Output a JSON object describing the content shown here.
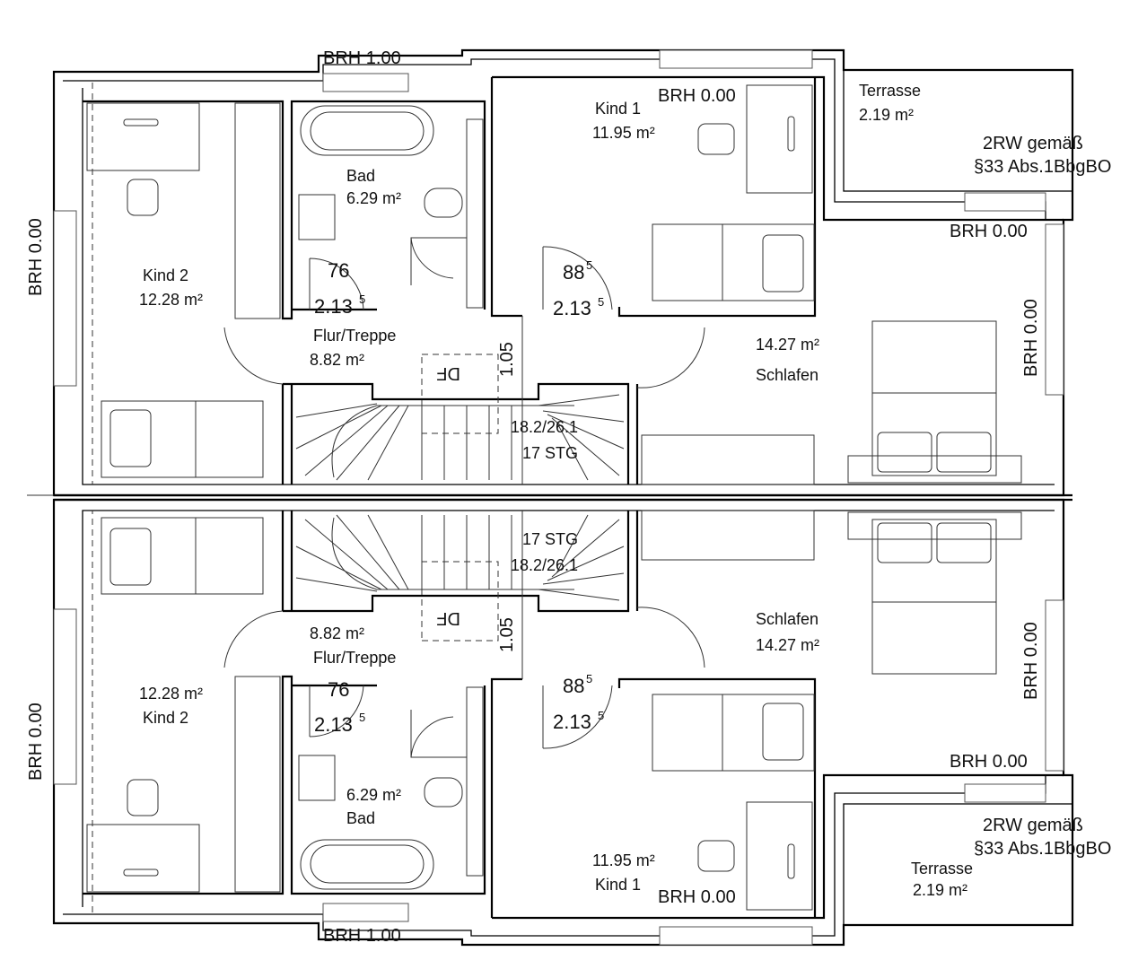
{
  "units": [
    {
      "rooms": {
        "kind2": {
          "name": "Kind 2",
          "area": "12.28 m²"
        },
        "bad": {
          "name": "Bad",
          "area": "6.29 m²"
        },
        "kind1": {
          "name": "Kind 1",
          "area": "11.95 m²"
        },
        "flur": {
          "name": "Flur/Treppe",
          "area": "8.82 m²"
        },
        "schlafen": {
          "name": "Schlafen",
          "area": "14.27 m²"
        },
        "terrasse": {
          "name": "Terrasse",
          "area": "2.19 m²"
        }
      },
      "annotations": {
        "brh_top": "BRH 1.00",
        "brh_kind1": "BRH 0.00",
        "brh_left": "BRH 0.00",
        "brh_right": "BRH 0.00",
        "brh_terrace": "BRH 0.00",
        "rw_line1": "2RW gemäß",
        "rw_line2": "§33 Abs.1BbgBO",
        "door_bad_width": "76",
        "door_bad_height": "2.13",
        "door_bad_height_sup": "5",
        "door_kind1_width": "88",
        "door_kind1_width_sup": "5",
        "door_kind1_height": "2.13",
        "door_kind1_height_sup": "5",
        "hall_dim": "1.05",
        "df": "DF",
        "stair_ratio": "18.2/26.1",
        "stair_steps": "17 STG"
      }
    },
    {
      "rooms": {
        "kind2": {
          "name": "Kind 2",
          "area": "12.28 m²"
        },
        "bad": {
          "name": "Bad",
          "area": "6.29 m²"
        },
        "kind1": {
          "name": "Kind 1",
          "area": "11.95 m²"
        },
        "flur": {
          "name": "Flur/Treppe",
          "area": "8.82 m²"
        },
        "schlafen": {
          "name": "Schlafen",
          "area": "14.27 m²"
        },
        "terrasse": {
          "name": "Terrasse",
          "area": "2.19 m²"
        }
      },
      "annotations": {
        "brh_top": "BRH 1.00",
        "brh_kind1": "BRH 0.00",
        "brh_left": "BRH 0.00",
        "brh_right": "BRH 0.00",
        "brh_terrace": "BRH 0.00",
        "rw_line1": "2RW gemäß",
        "rw_line2": "§33 Abs.1BbgBO",
        "door_bad_width": "76",
        "door_bad_height": "2.13",
        "door_bad_height_sup": "5",
        "door_kind1_width": "88",
        "door_kind1_width_sup": "5",
        "door_kind1_height": "2.13",
        "door_kind1_height_sup": "5",
        "hall_dim": "1.05",
        "df": "DF",
        "stair_ratio": "18.2/26.1",
        "stair_steps": "17 STG"
      }
    }
  ]
}
